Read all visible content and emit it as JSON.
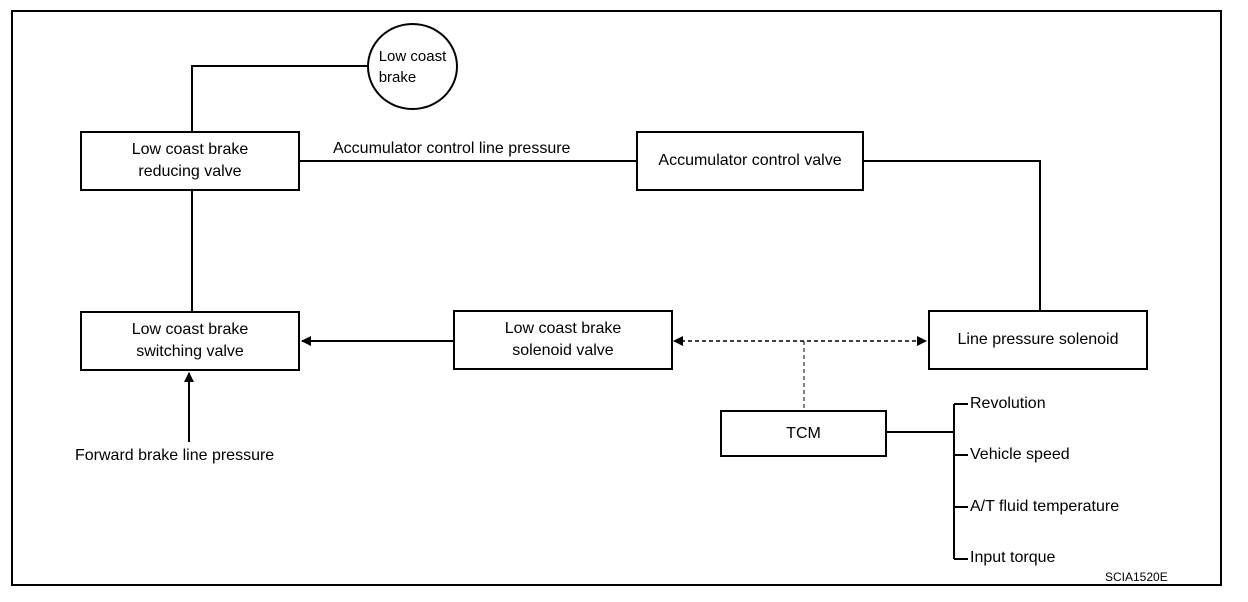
{
  "nodes": {
    "low_coast_brake": "Low coast\nbrake",
    "reducing_valve": "Low coast brake\nreducing valve",
    "accumulator_control_valve": "Accumulator control valve",
    "switching_valve": "Low coast brake\nswitching valve",
    "solenoid_valve": "Low coast brake\nsolenoid valve",
    "line_pressure_solenoid": "Line pressure solenoid",
    "tcm": "TCM"
  },
  "labels": {
    "accumulator_line": "Accumulator control line pressure",
    "forward_brake": "Forward brake line pressure"
  },
  "tcm_inputs": [
    "Revolution",
    "Vehicle speed",
    "A/T fluid temperature",
    "Input torque"
  ],
  "figure_code": "SCIA1520E",
  "colors": {
    "line": "#000000",
    "background": "#ffffff"
  }
}
